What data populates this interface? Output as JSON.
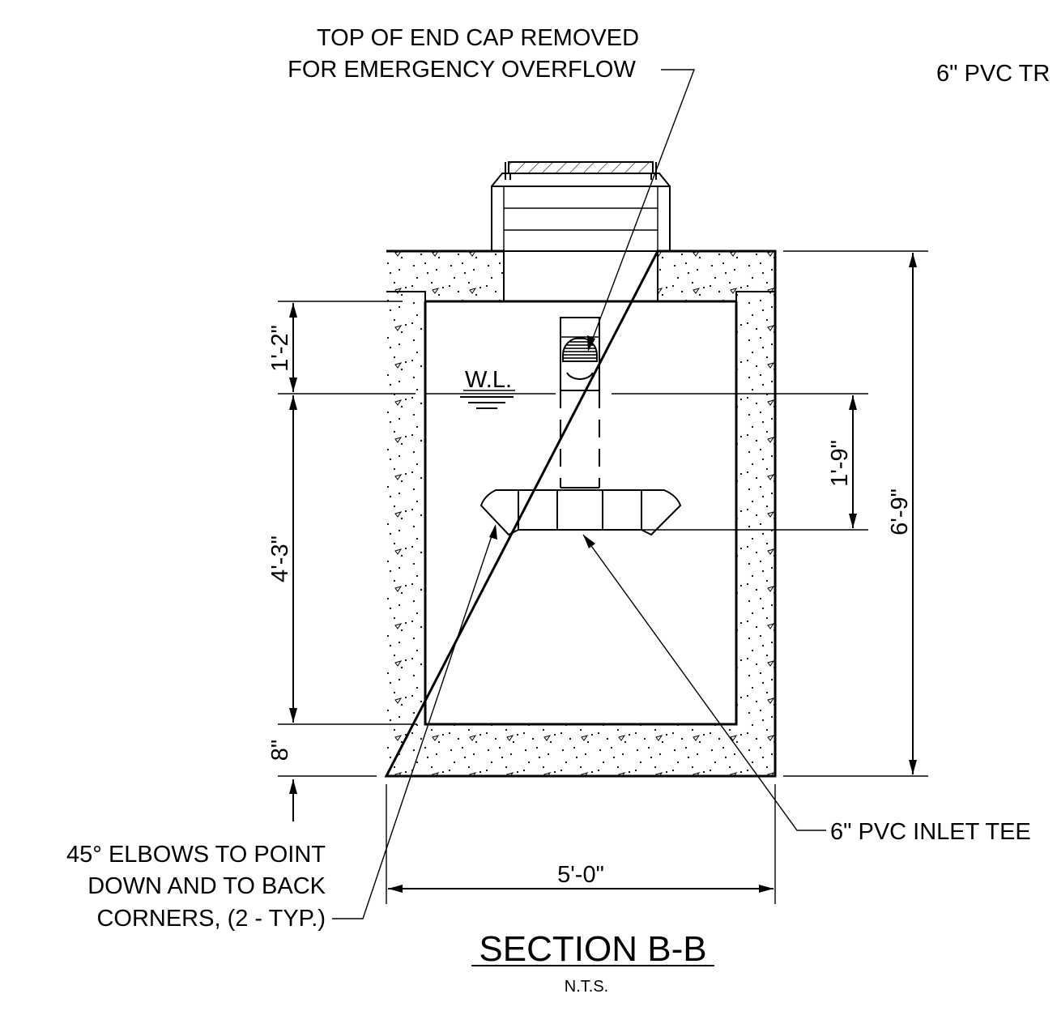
{
  "labels": {
    "end_cap_line1": "TOP OF END CAP REMOVED",
    "end_cap_line2": "FOR EMERGENCY OVERFLOW",
    "trap_partial": "6\" PVC TR",
    "water_level": "W.L.",
    "inlet_tee": "6\" PVC INLET TEE",
    "elbows_line1": "45° ELBOWS TO POINT",
    "elbows_line2": "DOWN AND TO BACK",
    "elbows_line3": "CORNERS, (2 - TYP.)"
  },
  "dimensions": {
    "top_to_wl": "1'-2\"",
    "wl_to_floor": "4'-3\"",
    "floor_thickness": "8\"",
    "wl_to_elbows": "1'-9\"",
    "overall_height": "6'-9\"",
    "overall_width": "5'-0\""
  },
  "title": {
    "main": "SECTION B-B",
    "scale": "N.T.S."
  }
}
